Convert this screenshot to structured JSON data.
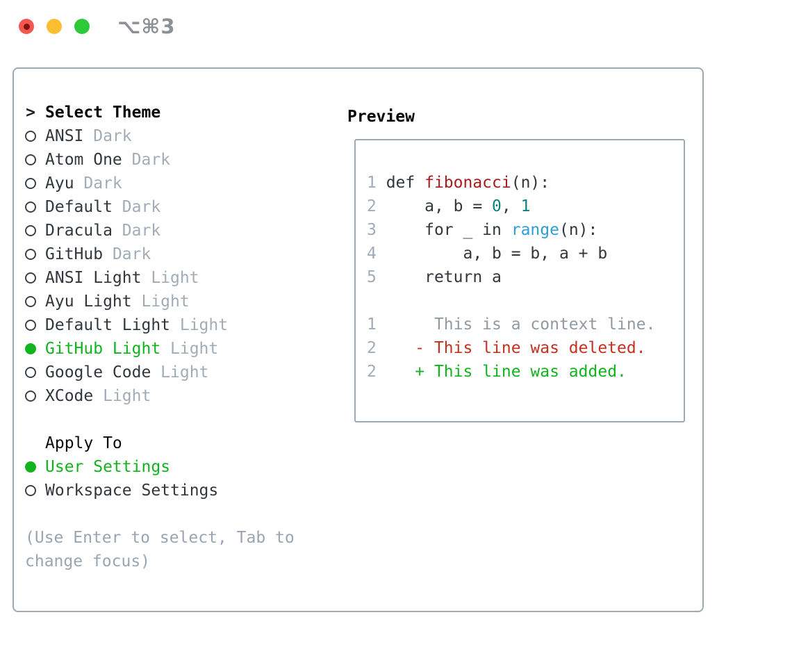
{
  "window": {
    "title": "⌥⌘3",
    "traffic_lights": [
      "close",
      "minimize",
      "zoom"
    ]
  },
  "colors": {
    "accent_green": "#12b41e",
    "diff_red": "#c5311f",
    "function_red": "#a81d1d",
    "number_teal": "#0d8080",
    "builtin_blue": "#2d9fd6",
    "muted_gray": "#a2acb6",
    "border_gray": "#9fa9b4",
    "text_dark": "#32373d"
  },
  "theme_menu": {
    "header_prefix": ">",
    "header": "Select Theme",
    "items": [
      {
        "name": "ANSI",
        "variant": "Dark",
        "selected": false
      },
      {
        "name": "Atom One",
        "variant": "Dark",
        "selected": false
      },
      {
        "name": "Ayu",
        "variant": "Dark",
        "selected": false
      },
      {
        "name": "Default",
        "variant": "Dark",
        "selected": false
      },
      {
        "name": "Dracula",
        "variant": "Dark",
        "selected": false
      },
      {
        "name": "GitHub",
        "variant": "Dark",
        "selected": false
      },
      {
        "name": "ANSI Light",
        "variant": "Light",
        "selected": false
      },
      {
        "name": "Ayu Light",
        "variant": "Light",
        "selected": false
      },
      {
        "name": "Default Light",
        "variant": "Light",
        "selected": false
      },
      {
        "name": "GitHub Light",
        "variant": "Light",
        "selected": true
      },
      {
        "name": "Google Code",
        "variant": "Light",
        "selected": false
      },
      {
        "name": "XCode",
        "variant": "Light",
        "selected": false
      }
    ]
  },
  "apply_to": {
    "header": "Apply To",
    "options": [
      {
        "label": "User Settings",
        "selected": true
      },
      {
        "label": "Workspace Settings",
        "selected": false
      }
    ]
  },
  "hint": "(Use Enter to select, Tab to change focus)",
  "preview": {
    "heading": "Preview",
    "code_lines": [
      {
        "num": "1",
        "tokens": [
          {
            "t": "def ",
            "c": "plain"
          },
          {
            "t": "fibonacci",
            "c": "func"
          },
          {
            "t": "(n):",
            "c": "plain"
          }
        ]
      },
      {
        "num": "2",
        "tokens": [
          {
            "t": "    a, b = ",
            "c": "plain"
          },
          {
            "t": "0",
            "c": "num"
          },
          {
            "t": ", ",
            "c": "plain"
          },
          {
            "t": "1",
            "c": "num"
          }
        ]
      },
      {
        "num": "3",
        "tokens": [
          {
            "t": "    for _ in ",
            "c": "plain"
          },
          {
            "t": "range",
            "c": "builtin"
          },
          {
            "t": "(n):",
            "c": "plain"
          }
        ]
      },
      {
        "num": "4",
        "tokens": [
          {
            "t": "        a, b = b, a + b",
            "c": "plain"
          }
        ]
      },
      {
        "num": "5",
        "tokens": [
          {
            "t": "    return a",
            "c": "plain"
          }
        ]
      }
    ],
    "diff_lines": [
      {
        "num": "1",
        "marker": " ",
        "text": "This is a context line.",
        "kind": "context"
      },
      {
        "num": "2",
        "marker": "-",
        "text": "This line was deleted.",
        "kind": "deleted"
      },
      {
        "num": "2",
        "marker": "+",
        "text": "This line was added.",
        "kind": "added"
      }
    ]
  }
}
